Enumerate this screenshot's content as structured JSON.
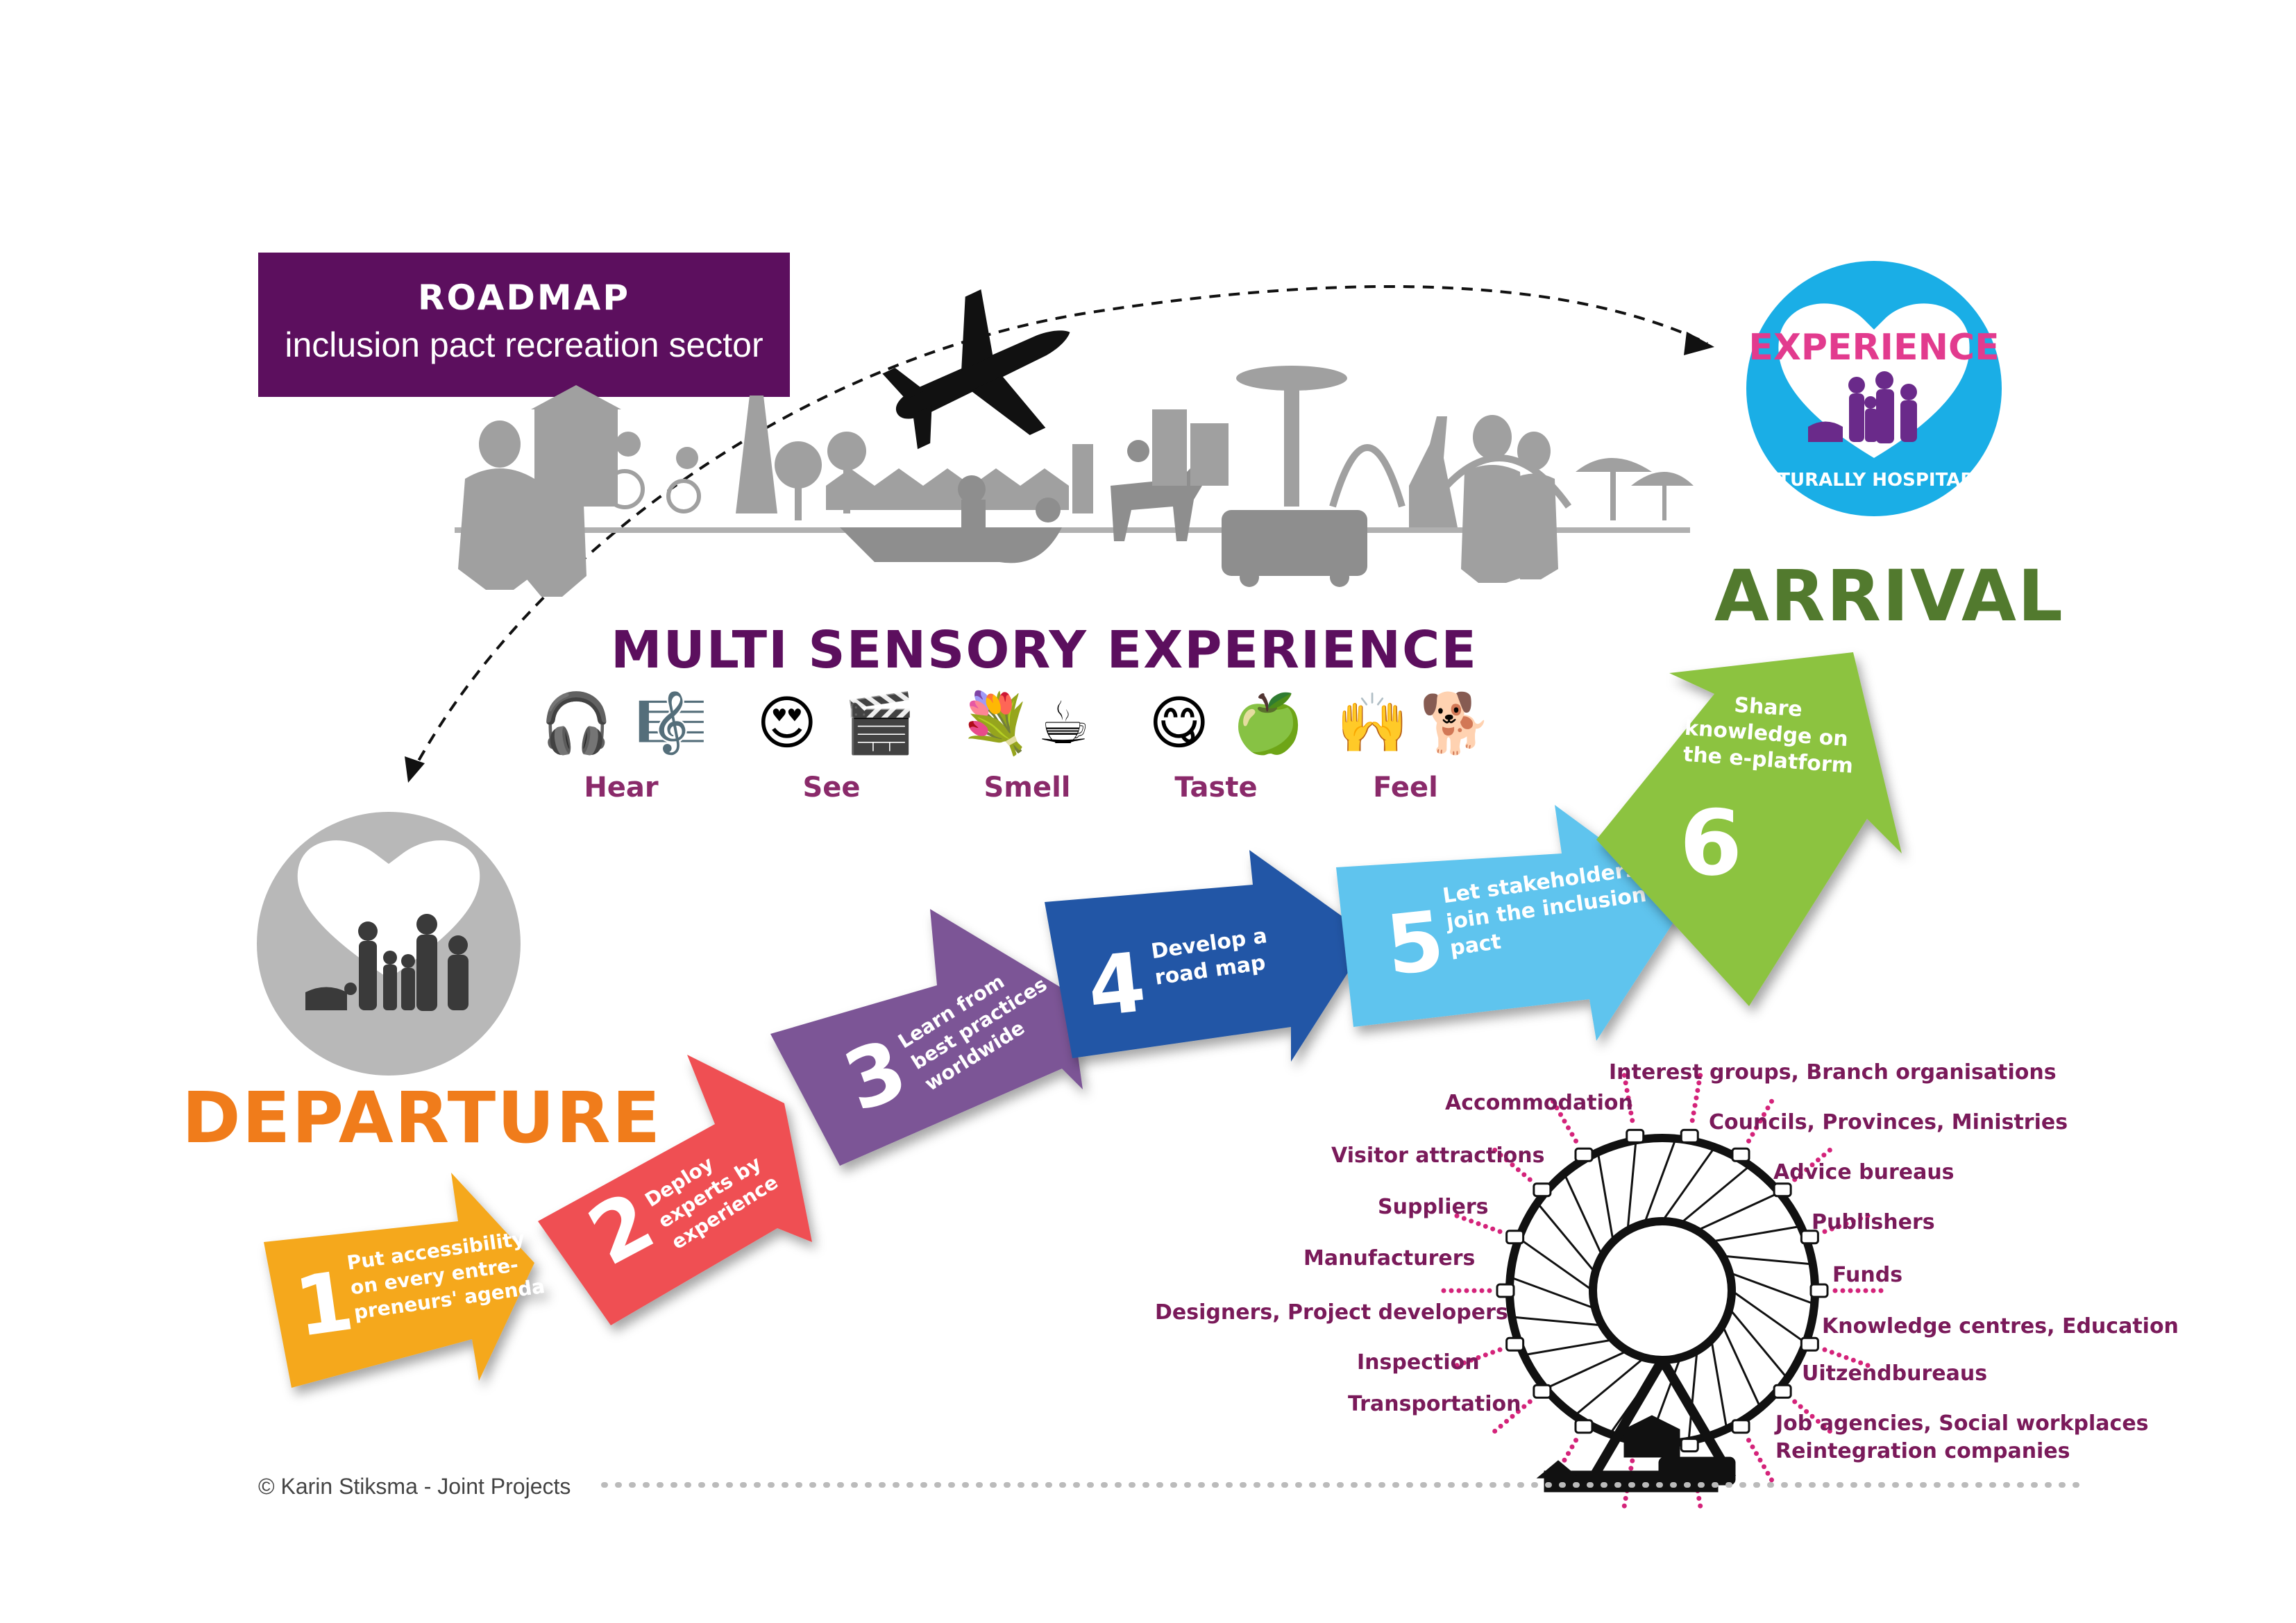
{
  "roadmap": {
    "title": "ROADMAP",
    "subtitle": "inclusion pact recreation sector"
  },
  "departure": "DEPARTURE",
  "arrival": "ARRIVAL",
  "experience_badge": {
    "title": "EXPERIENCE",
    "subtitle": "NATURALLY HOSPITABLE"
  },
  "multi_sensory": {
    "title": "MULTI SENSORY EXPERIENCE",
    "senses": [
      {
        "label": "Hear",
        "icons": [
          "headphones-icon",
          "music-note-icon"
        ]
      },
      {
        "label": "See",
        "icons": [
          "heart-eyes-icon",
          "clapper-icon"
        ]
      },
      {
        "label": "Smell",
        "icons": [
          "bouquet-icon",
          "coffee-icon"
        ]
      },
      {
        "label": "Taste",
        "icons": [
          "yum-face-icon",
          "apple-icon"
        ]
      },
      {
        "label": "Feel",
        "icons": [
          "raised-hands-icon",
          "dog-icon"
        ]
      }
    ]
  },
  "steps": [
    {
      "number": "1",
      "lines": [
        "Put accessibility",
        "on every entre-",
        "preneurs' agenda"
      ],
      "color": "#f5a81c"
    },
    {
      "number": "2",
      "lines": [
        "Deploy",
        "experts by",
        "experience"
      ],
      "color": "#ef4f52"
    },
    {
      "number": "3",
      "lines": [
        "Learn from",
        "best practices",
        "worldwide"
      ],
      "color": "#7b5496"
    },
    {
      "number": "4",
      "lines": [
        "Develop a",
        "road map"
      ],
      "color": "#2357a6"
    },
    {
      "number": "5",
      "lines": [
        "Let stakeholders",
        "join the inclusion",
        "pact"
      ],
      "color": "#5ec4ee"
    },
    {
      "number": "6",
      "lines": [
        "Share",
        "knowledge on",
        "the e-platform"
      ],
      "color": "#8cc33f"
    }
  ],
  "stakeholders": {
    "left": [
      "Accommodation",
      "Visitor attractions",
      "Suppliers",
      "Manufacturers",
      "Designers, Project developers",
      "Inspection",
      "Transportation"
    ],
    "right": [
      "Interest groups, Branch organisations",
      "Councils, Provinces, Ministries",
      "Advice bureaus",
      "Publishers",
      "Funds",
      "Knowledge centres, Education",
      "Uitzendbureaus",
      "Job agencies, Social workplaces",
      "Reintegration companies"
    ]
  },
  "copyright": "© Karin Stiksma - Joint Projects",
  "colors": {
    "purple": "#5c0f5e",
    "orange": "#f07c1b",
    "green": "#527a2e",
    "grey": "#9e9e9e",
    "cyan": "#1aaee6",
    "pink": "#e23b8e",
    "dots": "#d4237a"
  }
}
